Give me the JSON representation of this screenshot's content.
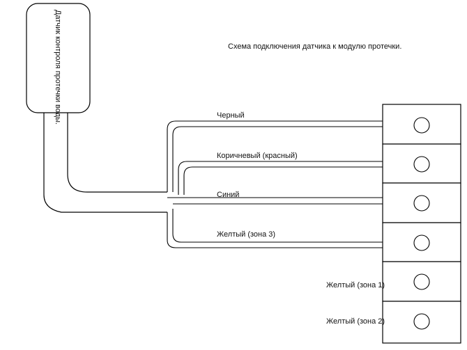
{
  "diagram": {
    "title": "Схема подключения датчика к модулю протечки.",
    "sensor": {
      "label": "Датчик контроля протечки воды."
    },
    "wires": [
      {
        "label": "Черный"
      },
      {
        "label": "Коричневый (красный)"
      },
      {
        "label": "Синий"
      },
      {
        "label": "Желтый (зона 3)"
      }
    ],
    "terminals": [
      {
        "label": ""
      },
      {
        "label": ""
      },
      {
        "label": ""
      },
      {
        "label": ""
      },
      {
        "label": "Желтый (зона 1)"
      },
      {
        "label": "Желтый (зона 2)"
      }
    ]
  }
}
